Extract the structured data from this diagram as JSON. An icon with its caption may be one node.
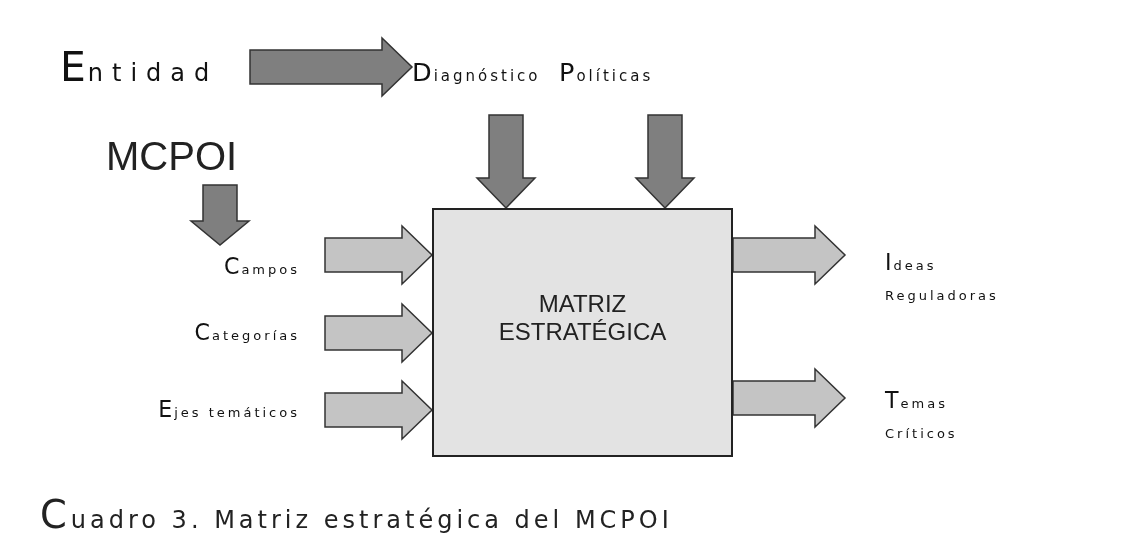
{
  "diagram": {
    "caption": "Cuadro 3. Matriz estratégica del MCPOI",
    "nodes": [
      {
        "text": [
          "Entidad"
        ]
      },
      {
        "text": [
          "Diagnóstico"
        ]
      },
      {
        "text": [
          "Políticas"
        ]
      },
      {
        "text": [
          "MCPOI"
        ]
      },
      {
        "text": [
          "Campos"
        ]
      },
      {
        "text": [
          "Categorías"
        ]
      },
      {
        "text": [
          "Ejes temáticos"
        ]
      },
      {
        "text": [
          "MATRIZ ESTRATÉGICA"
        ]
      },
      {
        "text": [
          "Ideas Reguladoras"
        ]
      },
      {
        "text": [
          "Temas Críticos"
        ]
      }
    ],
    "edges": [
      {
        "from": 0,
        "to": 1,
        "arrow": "to",
        "color": "#7f7f7f"
      },
      {
        "from": 1,
        "to": 7,
        "arrow": "to",
        "color": "#7f7f7f"
      },
      {
        "from": 2,
        "to": 7,
        "arrow": "to",
        "color": "#7f7f7f"
      },
      {
        "from": 3,
        "to": 4,
        "arrow": "to",
        "color": "#7f7f7f"
      },
      {
        "from": 4,
        "to": 7,
        "arrow": "to"
      },
      {
        "from": 5,
        "to": 7,
        "arrow": "to"
      },
      {
        "from": 6,
        "to": 7,
        "arrow": "to"
      },
      {
        "from": 7,
        "to": 8,
        "arrow": "to"
      },
      {
        "from": 7,
        "to": 9,
        "arrow": "to"
      }
    ]
  }
}
